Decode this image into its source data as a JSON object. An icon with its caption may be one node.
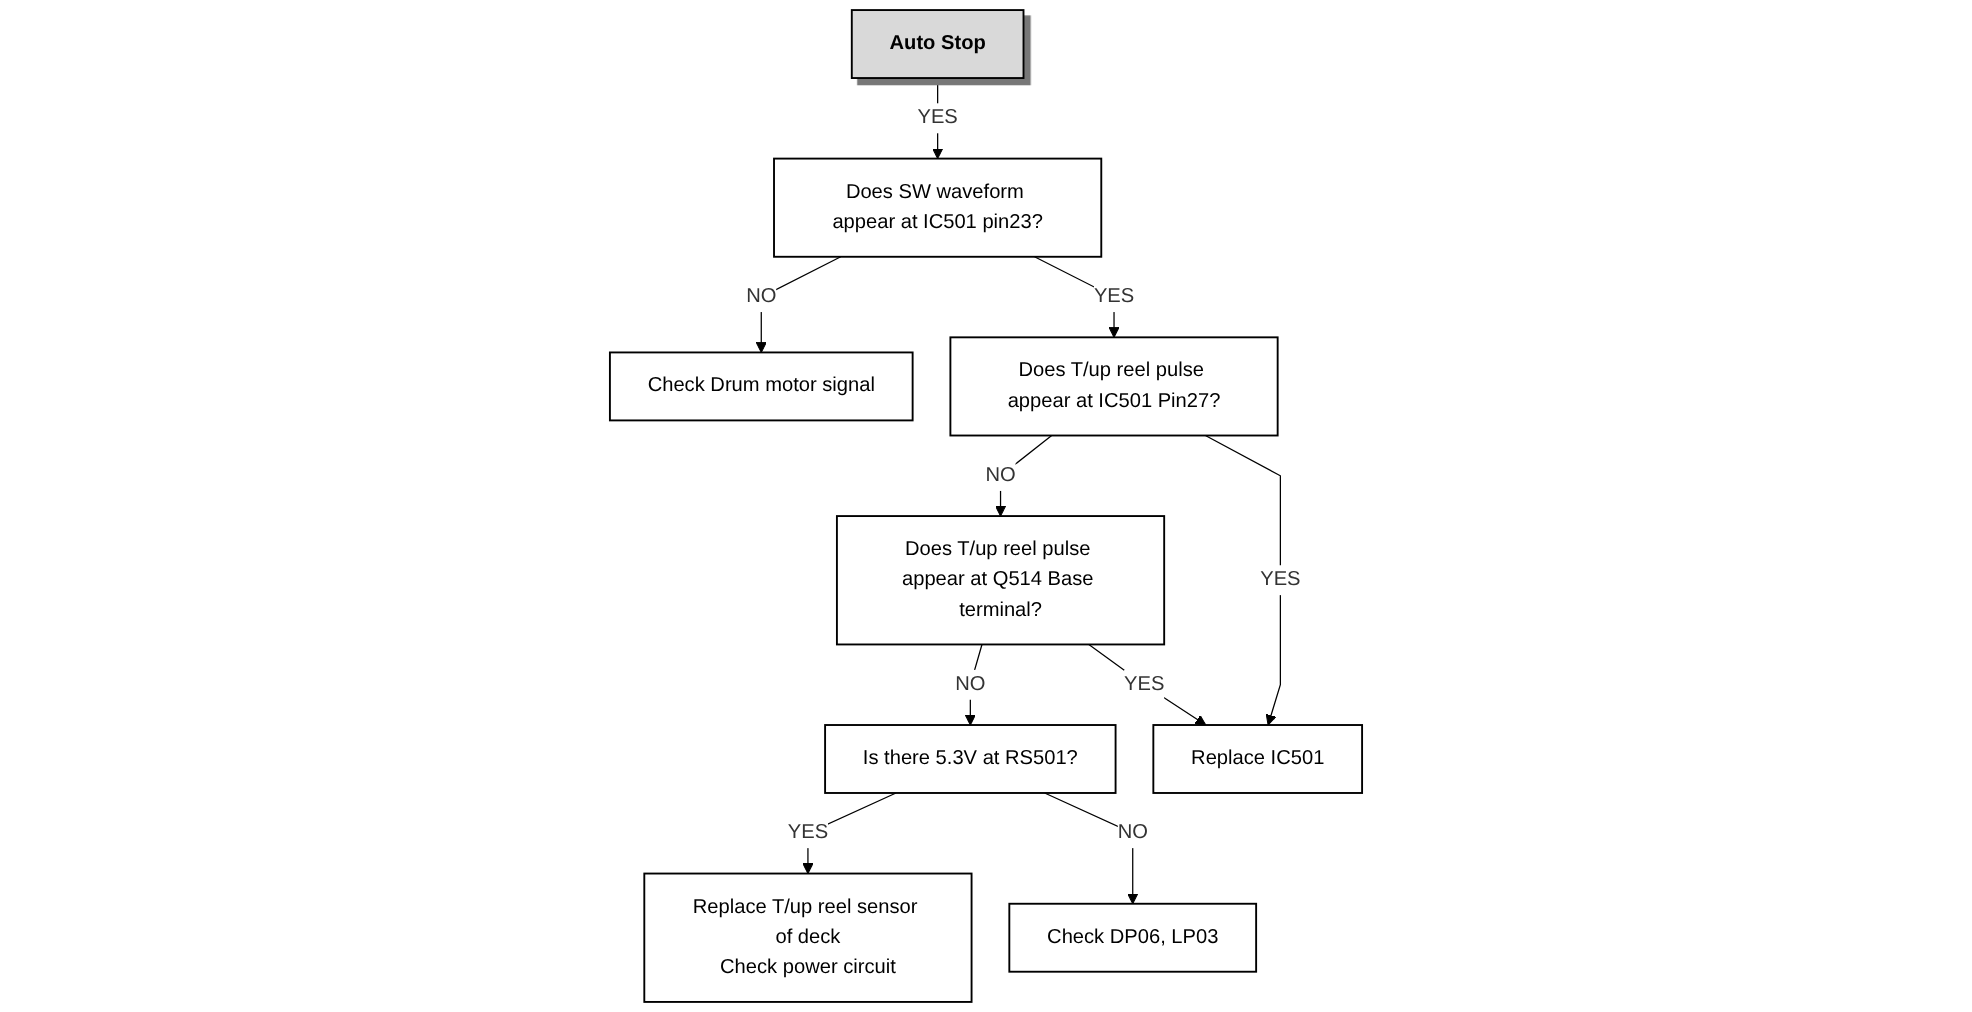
{
  "diagram": {
    "nodes": [
      {
        "text": [
          "Auto Stop"
        ]
      },
      {
        "text": [
          "Does SW waveform appear at IC501 pin23?"
        ]
      },
      {
        "text": [
          "Check Drum motor signal"
        ]
      },
      {
        "text": [
          "Does T/up reel pulse appear at IC501 Pin27?"
        ]
      },
      {
        "text": [
          "Does T/up reel pulse appear at Q514 Base terminal?"
        ]
      },
      {
        "text": [
          "Is there 5.3V at RS501?"
        ]
      },
      {
        "text": [
          "Replace IC501"
        ]
      },
      {
        "text": [
          "Replace T/up reel sensor of deck",
          "Check power circuit"
        ]
      },
      {
        "text": [
          "Check DP06, LP03"
        ]
      }
    ],
    "edges": [
      {
        "from": 0,
        "to": 1,
        "arrow": "to",
        "label": "YES"
      },
      {
        "from": 1,
        "to": 2,
        "arrow": "to",
        "label": "NO"
      },
      {
        "from": 1,
        "to": 3,
        "arrow": "to",
        "label": "YES"
      },
      {
        "from": 3,
        "to": 4,
        "arrow": "to",
        "label": "NO"
      },
      {
        "from": 4,
        "to": 5,
        "arrow": "to",
        "label": "NO"
      },
      {
        "from": 3,
        "to": 6,
        "arrow": "to",
        "label": "YES"
      },
      {
        "from": 4,
        "to": 6,
        "arrow": "to",
        "label": "YES"
      },
      {
        "from": 5,
        "to": 7,
        "arrow": "to",
        "label": "YES"
      },
      {
        "from": 5,
        "to": 8,
        "arrow": "to",
        "label": "NO"
      }
    ]
  }
}
